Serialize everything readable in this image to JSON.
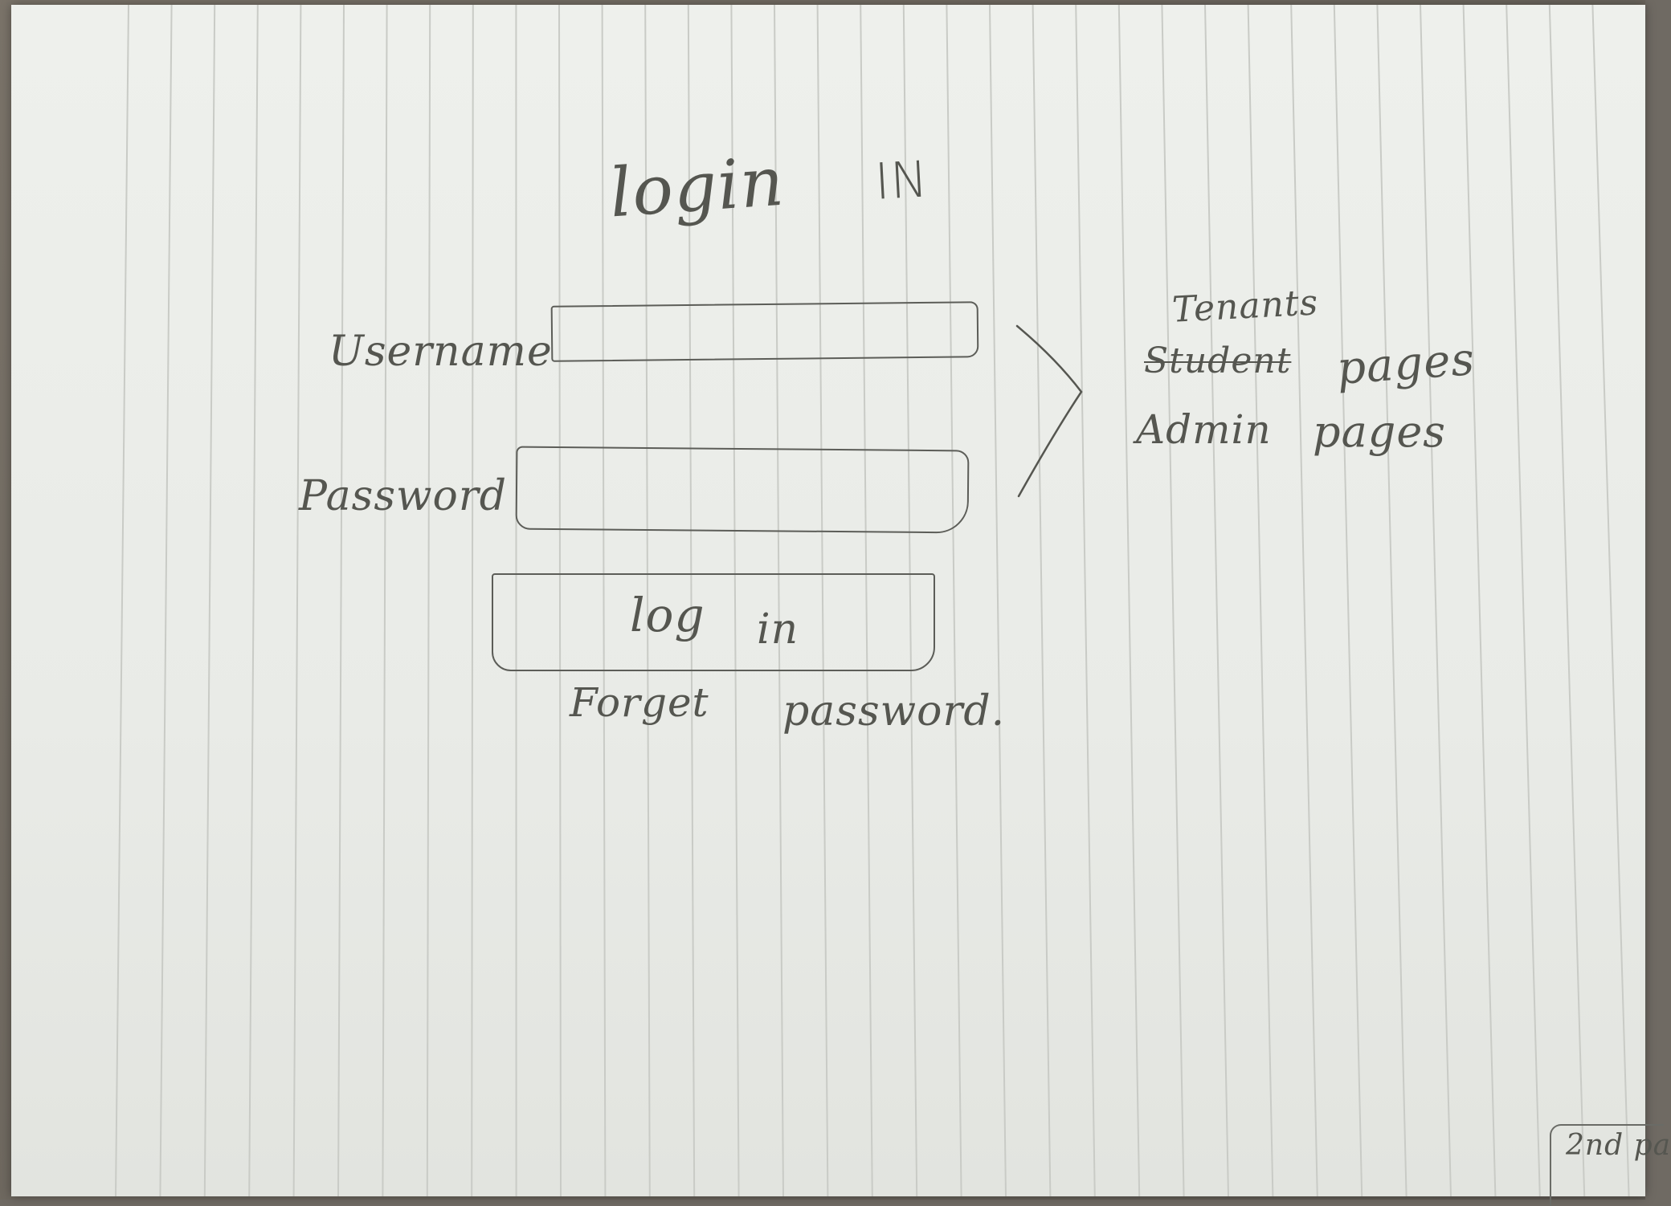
{
  "sketch": {
    "title_word_1": "login",
    "title_word_2": "IN",
    "username_label": "Username",
    "password_label": "Password",
    "button_word_1": "log",
    "button_word_2": "in",
    "forgot_word_1": "Forget",
    "forgot_word_2": "password.",
    "tenants": "Tenants",
    "student_struck": "Student",
    "pages_1": "pages",
    "admin": "Admin",
    "pages_2": "pages",
    "corner_note": "2nd pa"
  },
  "colors": {
    "ink": "#555650",
    "paper": "#eef0ec",
    "rule": "#c9cbc6"
  }
}
